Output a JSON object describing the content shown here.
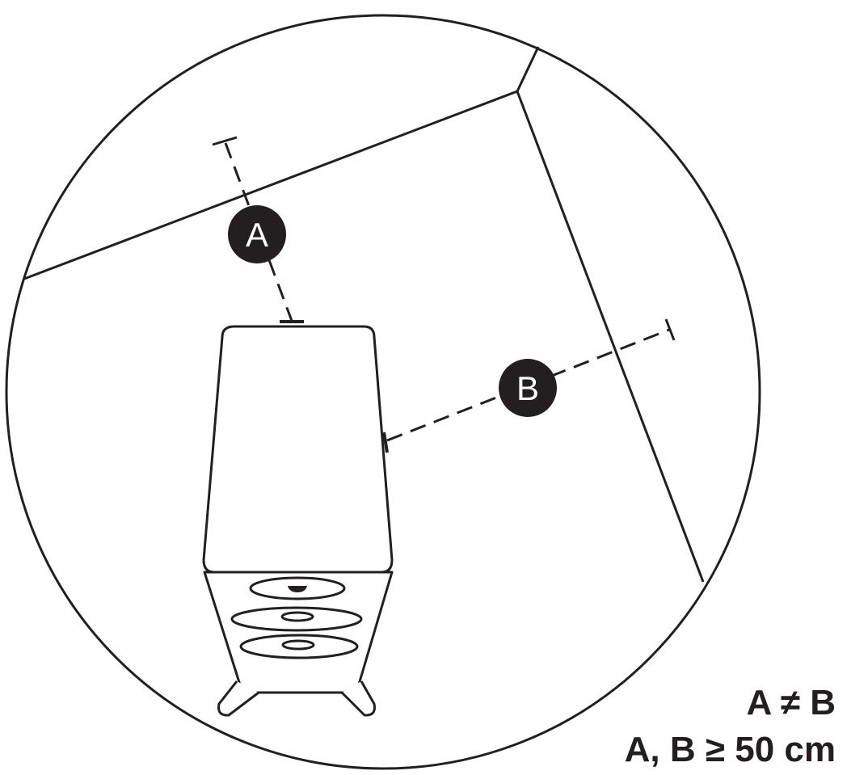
{
  "colors": {
    "stroke": "#231f20",
    "marker_fill": "#231f20",
    "marker_text": "#ffffff",
    "background": "#ffffff"
  },
  "markers": {
    "a": {
      "label": "A"
    },
    "b": {
      "label": "B"
    }
  },
  "notes": {
    "line1": "A ≠ B",
    "line2": "A, B ≥ 50 cm"
  }
}
